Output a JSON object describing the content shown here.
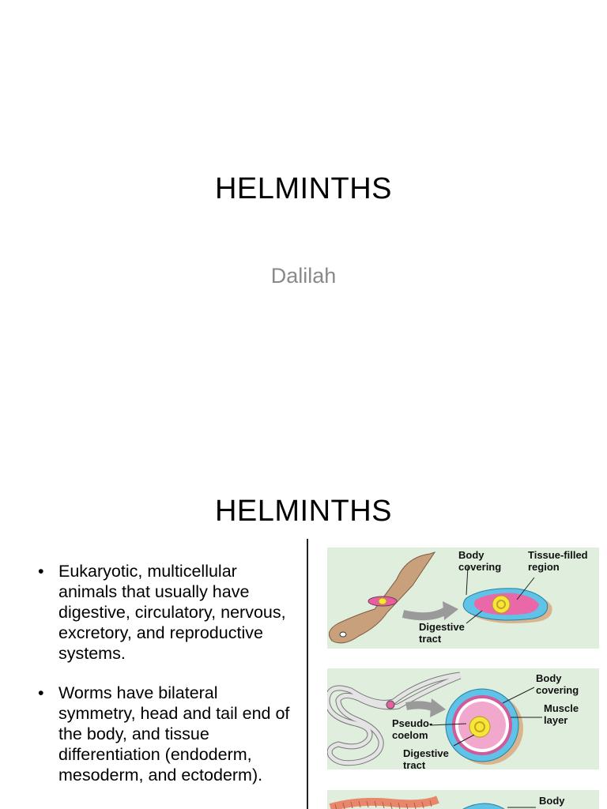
{
  "slide1": {
    "title": "HELMINTHS",
    "subtitle": "Dalilah"
  },
  "slide2": {
    "title": "HELMINTHS",
    "bullets": [
      "Eukaryotic, multicellular animals that usually have digestive, circulatory, nervous, excretory, and reproductive systems.",
      "Worms have bilateral symmetry, head and tail end of the body, and tissue differentiation (endoderm, mesoderm, and ectoderm)."
    ],
    "figure": {
      "panel1": {
        "body_covering": "Body covering",
        "tissue_filled": "Tissue-filled region",
        "digestive": "Digestive tract"
      },
      "panel2": {
        "body_covering": "Body covering",
        "muscle": "Muscle layer",
        "pseudocoelom": "Pseudo-coelom",
        "digestive": "Digestive tract"
      },
      "panel3": {
        "body": "Body"
      }
    }
  }
}
